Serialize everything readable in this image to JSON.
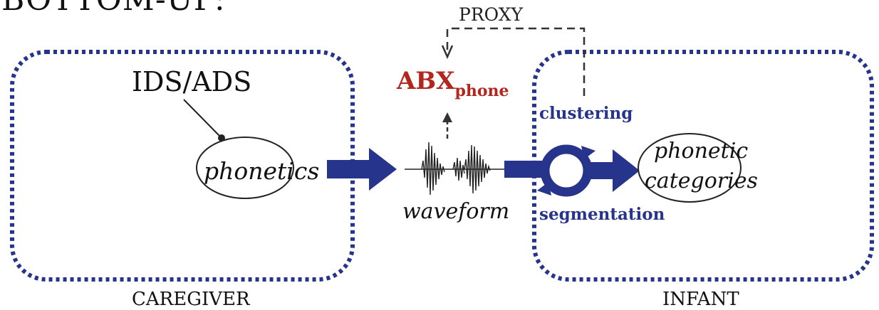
{
  "title": "BOTTOM-UP:",
  "proxy_label": "PROXY",
  "caregiver": {
    "label": "CAREGIVER",
    "ids_ads": "IDS/ADS",
    "node": "phonetics"
  },
  "signal": {
    "metric_main": "ABX",
    "metric_sub": "phone",
    "waveform": "waveform"
  },
  "infant": {
    "label": "INFANT",
    "process_top": "clustering",
    "process_bottom": "segmentation",
    "node_line1": "phonetic",
    "node_line2": "categories"
  },
  "colors": {
    "blue": "#27348b",
    "red": "#b3261e",
    "ink": "#111111",
    "dash": "#333333"
  }
}
